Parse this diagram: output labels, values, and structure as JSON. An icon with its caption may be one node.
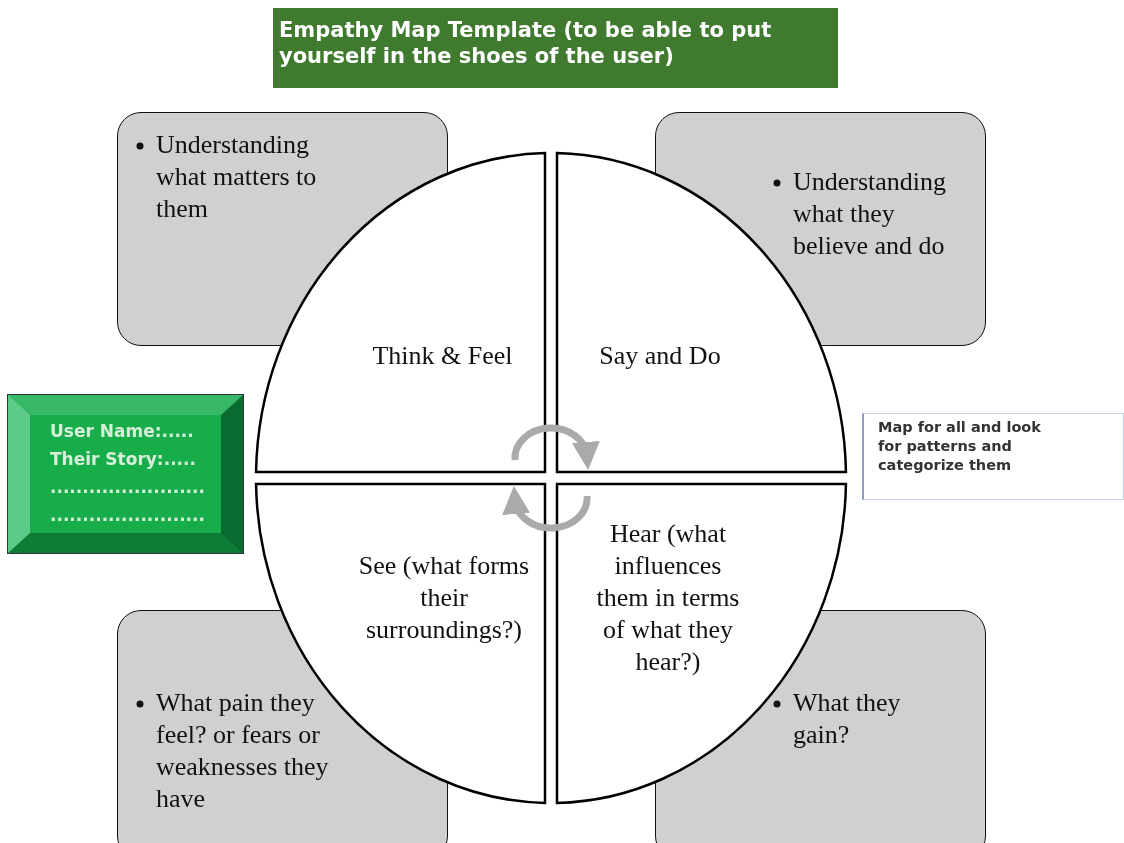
{
  "diagram": {
    "title": "Empathy Map Template (to be able to put yourself in the shoes of the user)",
    "nodes": [
      {
        "text": [
          "Understanding what matters to them"
        ]
      },
      {
        "text": [
          "Understanding what they believe and do"
        ]
      },
      {
        "text": [
          "Think & Feel"
        ]
      },
      {
        "text": [
          "Say and Do"
        ]
      },
      {
        "text": [
          "User Name:.....",
          "Their Story:.....",
          "........................",
          "........................"
        ]
      },
      {
        "text": [
          "Map for all and look for patterns and categorize them"
        ]
      },
      {
        "text": [
          "See (what forms their surroundings?)"
        ]
      },
      {
        "text": [
          "Hear (what influences them in terms of what they hear?)"
        ]
      },
      {
        "text": [
          "What pain they feel? or fears or weaknesses they have"
        ]
      },
      {
        "text": [
          "What they gain?"
        ]
      }
    ],
    "edges": [
      {
        "from": 2,
        "to": 3,
        "arrow": "to"
      },
      {
        "from": 7,
        "to": 6,
        "arrow": "to"
      }
    ]
  }
}
